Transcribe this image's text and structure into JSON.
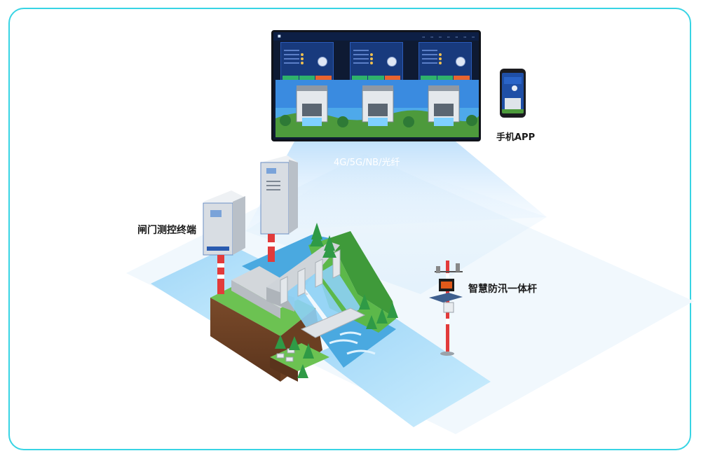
{
  "labels": {
    "network": "4G/5G/NB/光纤",
    "phone_app": "手机APP",
    "gate_terminal": "闸门测控终端",
    "flood_pole": "智慧防汛一体杆"
  },
  "colors": {
    "frame": "#38d4e4",
    "water": "#4aa9e0",
    "grass": "#5cb84a",
    "cabinet": "#d8dde3",
    "monitor_bg": "#0e1a33"
  }
}
